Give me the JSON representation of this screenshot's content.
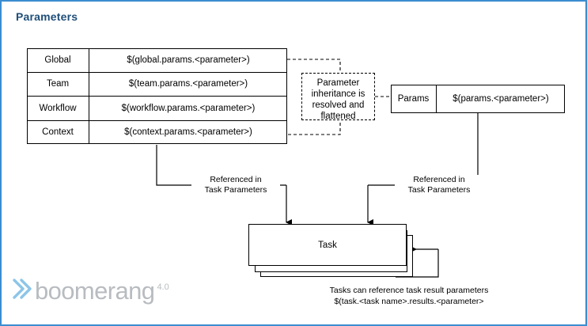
{
  "page": {
    "title": "Parameters",
    "border_color": "#3b8dd0",
    "title_color": "#1f4e79"
  },
  "params_table": {
    "rows": [
      {
        "scope": "Global",
        "reference": "$(global.params.<parameter>)"
      },
      {
        "scope": "Team",
        "reference": "$(team.params.<parameter>)"
      },
      {
        "scope": "Workflow",
        "reference": "$(workflow.params.<parameter>)"
      },
      {
        "scope": "Context",
        "reference": "$(context.params.<parameter>)"
      }
    ]
  },
  "inheritance_note": {
    "text": "Parameter inheritance is resolved and flattened"
  },
  "params_box": {
    "label": "Params",
    "reference": "$(params.<parameter>)"
  },
  "edges": {
    "left_reference": "Referenced in\nTask Parameters",
    "left_reference_line1": "Referenced in",
    "left_reference_line2": "Task Parameters",
    "right_reference_line1": "Referenced in",
    "right_reference_line2": "Task Parameters"
  },
  "task": {
    "label": "Task"
  },
  "task_result_note": {
    "line1": "Tasks can reference task result parameters",
    "line2": "$(task.<task name>.results.<parameter>"
  },
  "logo": {
    "wordmark": "boomerang",
    "version": "4.0",
    "chevron_color": "#89c4e8",
    "text_color": "#b8bcc0"
  }
}
